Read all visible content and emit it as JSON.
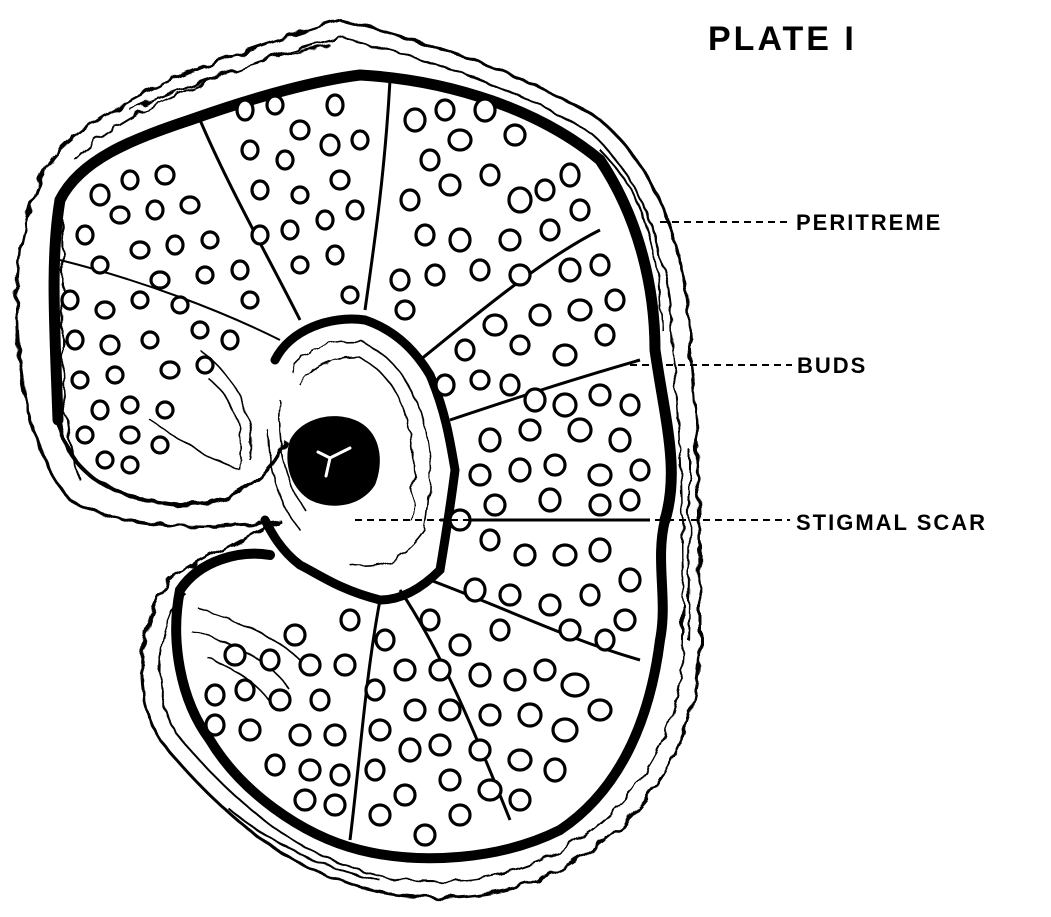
{
  "figure": {
    "title": "PLATE I",
    "labels": {
      "peritreme": "PERITREME",
      "buds": "BUDS",
      "stigmal_scar": "STIGMAL SCAR"
    },
    "colors": {
      "ink": "#000000",
      "paper": "#ffffff"
    }
  }
}
